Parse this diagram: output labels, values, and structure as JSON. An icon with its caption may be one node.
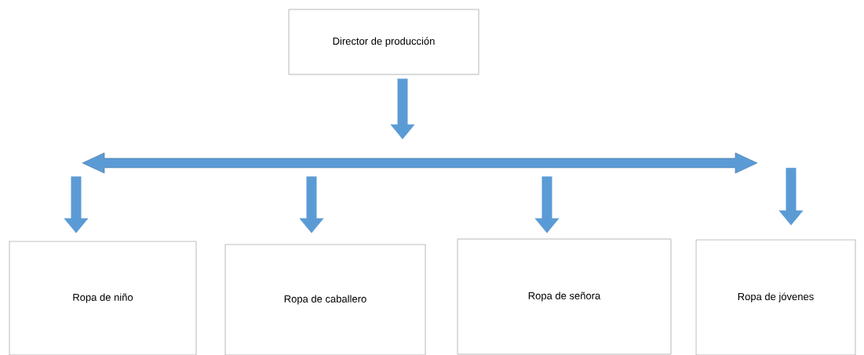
{
  "diagram": {
    "nodes": [
      {
        "text": [
          "Director de producción"
        ]
      },
      {
        "text": [
          "Ropa de niño"
        ]
      },
      {
        "text": [
          "Ropa de caballero"
        ]
      },
      {
        "text": [
          "Ropa de señora"
        ]
      },
      {
        "text": [
          "Ropa de jóvenes"
        ]
      },
      {
        "text": [],
        "shape": "arrow"
      }
    ],
    "edges": [
      {
        "from": 0,
        "to": 5,
        "arrow": "to"
      },
      {
        "from": 5,
        "to": 1,
        "arrow": "to"
      },
      {
        "from": 5,
        "to": 2,
        "arrow": "to"
      },
      {
        "from": 5,
        "to": 3,
        "arrow": "to"
      },
      {
        "from": 5,
        "to": 4,
        "arrow": "to"
      }
    ]
  }
}
